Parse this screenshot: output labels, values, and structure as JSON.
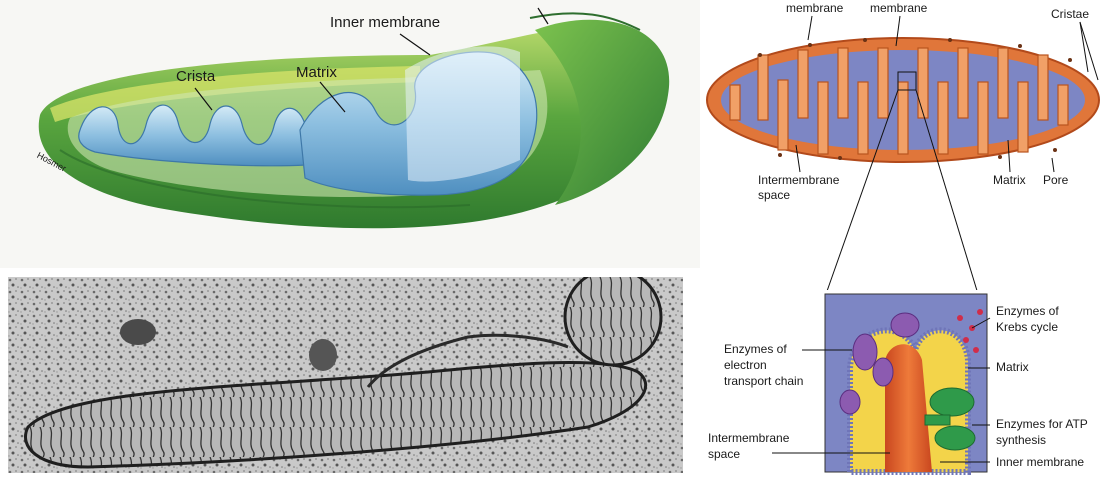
{
  "illustration_3d": {
    "labels": {
      "inner_membrane": "Inner membrane",
      "crista": "Crista",
      "matrix": "Matrix",
      "signature": "Hosmer"
    }
  },
  "micrograph": {},
  "cross_section": {
    "labels": {
      "outer_membrane_partial": "membrane",
      "inner_membrane_partial": "membrane",
      "cristae": "Cristae",
      "intermembrane_space_line1": "Intermembrane",
      "intermembrane_space_line2": "space",
      "matrix": "Matrix",
      "pore": "Pore"
    }
  },
  "detail_inset": {
    "labels": {
      "krebs_line1": "Enzymes of",
      "krebs_line2": "Krebs cycle",
      "etc_line1": "Enzymes of",
      "etc_line2": "electron",
      "etc_line3": "transport chain",
      "matrix": "Matrix",
      "atp_line1": "Enzymes for ATP",
      "atp_line2": "synthesis",
      "intermembrane_line1": "Intermembrane",
      "intermembrane_line2": "space",
      "inner_membrane": "Inner membrane"
    }
  },
  "colors": {
    "outer_green": "#3f9b3a",
    "inner_blue": "#7fb2d8",
    "outer_orange": "#e0763a",
    "matrix_blue": "#7d86c4",
    "enzyme_purple": "#8c5bb0",
    "enzyme_green": "#2f9a4a"
  }
}
